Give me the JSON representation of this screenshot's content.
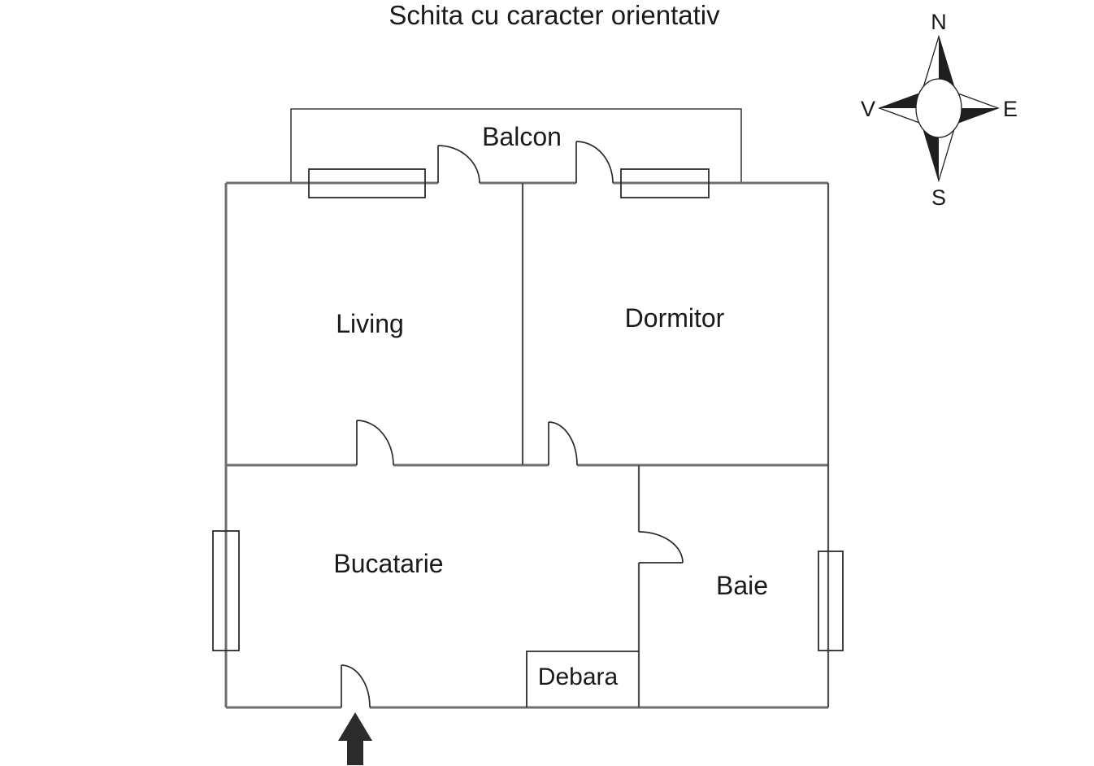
{
  "title": "Schita cu caracter orientativ",
  "rooms": {
    "balcon": "Balcon",
    "living": "Living",
    "dormitor": "Dormitor",
    "bucatarie": "Bucatarie",
    "baie": "Baie",
    "debara": "Debara"
  },
  "compass": {
    "north": "N",
    "east": "E",
    "south": "S",
    "west": "V"
  },
  "icons": {
    "entrance_arrow": "filled up-arrow marking the apartment entrance",
    "compass_rose": "four-point star compass with half-shaded points and central circle"
  },
  "colors": {
    "outer_wall": "#6e6e6e",
    "interior_wall": "#4d4d4d",
    "thin_line": "#2b2b2b",
    "text": "#1a1a1a",
    "background": "#ffffff",
    "arrow_fill": "#2b2b2b"
  }
}
